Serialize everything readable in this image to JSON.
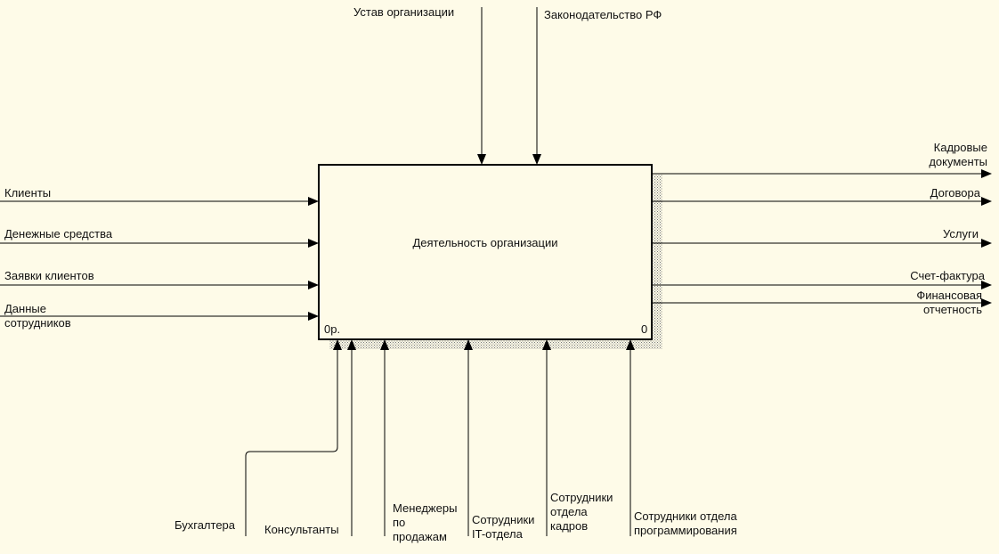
{
  "activity": {
    "title": "Деятельность организации",
    "cost": "0р.",
    "node_number": "0"
  },
  "controls": [
    {
      "label": "Устав организации"
    },
    {
      "label": "Законодательство РФ"
    }
  ],
  "inputs": [
    {
      "label": "Клиенты"
    },
    {
      "label": "Денежные средства"
    },
    {
      "label": "Заявки клиентов"
    },
    {
      "label_lines": [
        "Данные",
        "сотрудников"
      ]
    }
  ],
  "outputs": [
    {
      "label_lines": [
        "Кадровые",
        "документы"
      ]
    },
    {
      "label": "Договора"
    },
    {
      "label": "Услуги"
    },
    {
      "label": "Счет-фактура"
    },
    {
      "label_lines": [
        "Финансовая",
        "отчетность"
      ]
    }
  ],
  "mechanisms": [
    {
      "label": "Бухгалтера"
    },
    {
      "label": "Консультанты"
    },
    {
      "label_lines": [
        "Менеджеры",
        "по",
        "продажам"
      ]
    },
    {
      "label_lines": [
        "Сотрудники",
        "IT-отдела"
      ]
    },
    {
      "label_lines": [
        "Сотрудники",
        "отдела",
        "кадров"
      ]
    },
    {
      "label_lines": [
        "Сотрудники отдела",
        "программирования"
      ]
    }
  ]
}
